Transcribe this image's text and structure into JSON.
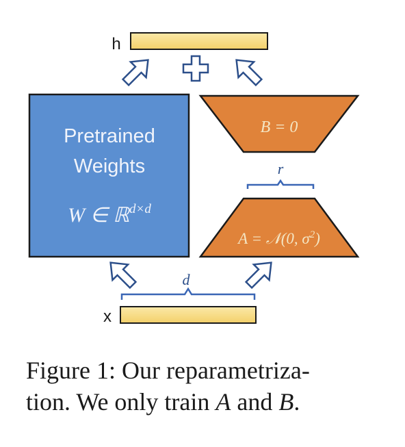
{
  "diagram": {
    "h_label": "h",
    "x_label": "x",
    "plus_symbol": "+",
    "pretrained_line1": "Pretrained",
    "pretrained_line2": "Weights",
    "pretrained_eq": "W ∈ ℝ^{d×d}",
    "b_matrix_eq": "B = 0",
    "a_matrix_eq": "A = 𝒩(0, σ²)",
    "r_label": "r",
    "d_label": "d",
    "colors": {
      "pretrained_fill": "#5b8fd1",
      "pretrained_stroke": "#1a1a1a",
      "lora_fill": "#e0833a",
      "vector_fill": "#f9e08e",
      "vector_stroke": "#1a1a1a",
      "brace": "#3a66b5",
      "arrow_stroke": "#2c4f8a",
      "math_text": "#f4e6c4"
    }
  },
  "caption": {
    "prefix": "Figure 1: Our reparametriza-",
    "line2_start": "tion. We only train ",
    "a": "A",
    "and": " and ",
    "b": "B",
    "period": "."
  }
}
